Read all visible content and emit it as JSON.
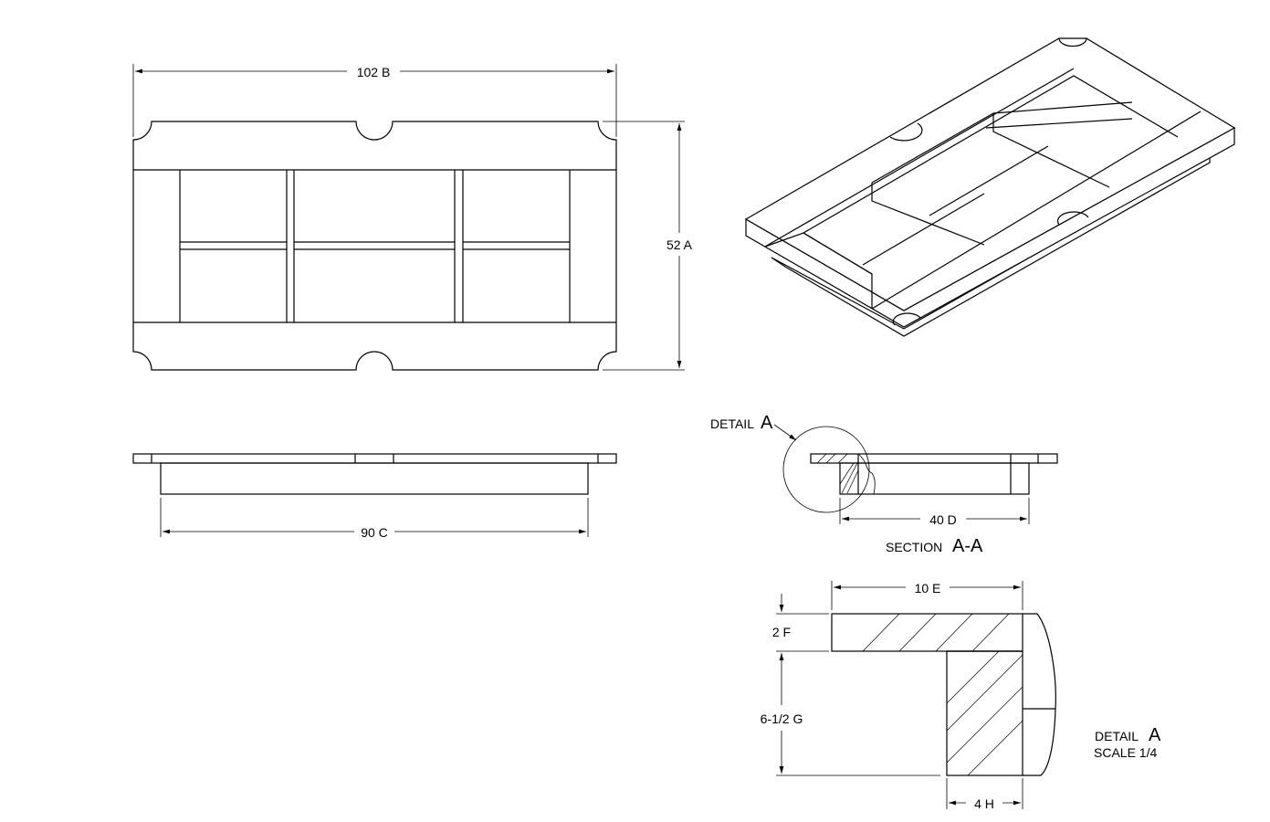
{
  "dimensions": {
    "overall_length": "102  B",
    "overall_width": "52  A",
    "body_length": "90 C",
    "section_width": "40  D",
    "detail_width": "10  E",
    "plate_thickness": "2  F",
    "body_height": "6-1/2  G",
    "wall_thickness": "4  H"
  },
  "labels": {
    "detail_callout": "DETAIL",
    "detail_callout_letter": "A",
    "section_title": "SECTION",
    "section_letters": "A-A",
    "detail_title": "DETAIL",
    "detail_title_letter": "A",
    "detail_scale": "SCALE  1/4"
  }
}
